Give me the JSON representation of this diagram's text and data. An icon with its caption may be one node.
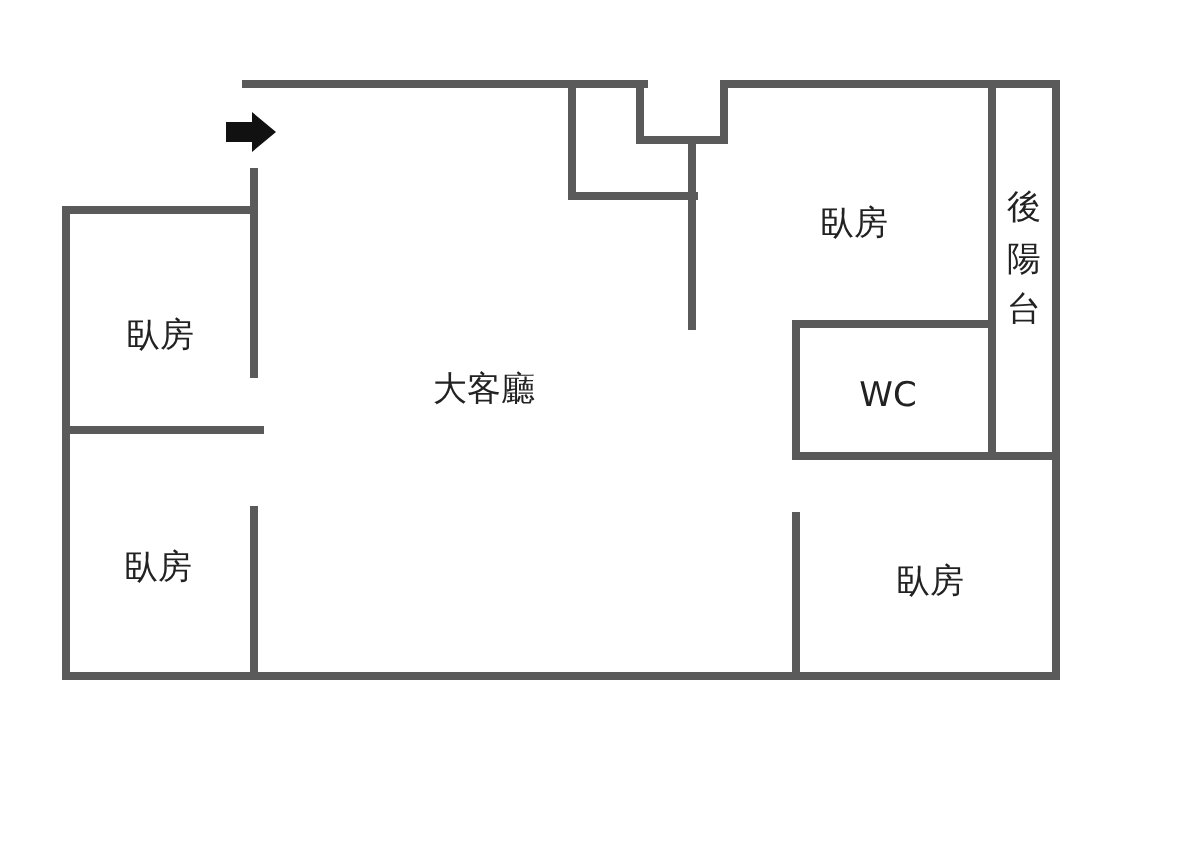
{
  "diagram": {
    "labels": [
      "臥房",
      "後陽台",
      "臥房",
      "大客廳",
      "WC",
      "臥房",
      "臥房"
    ]
  }
}
